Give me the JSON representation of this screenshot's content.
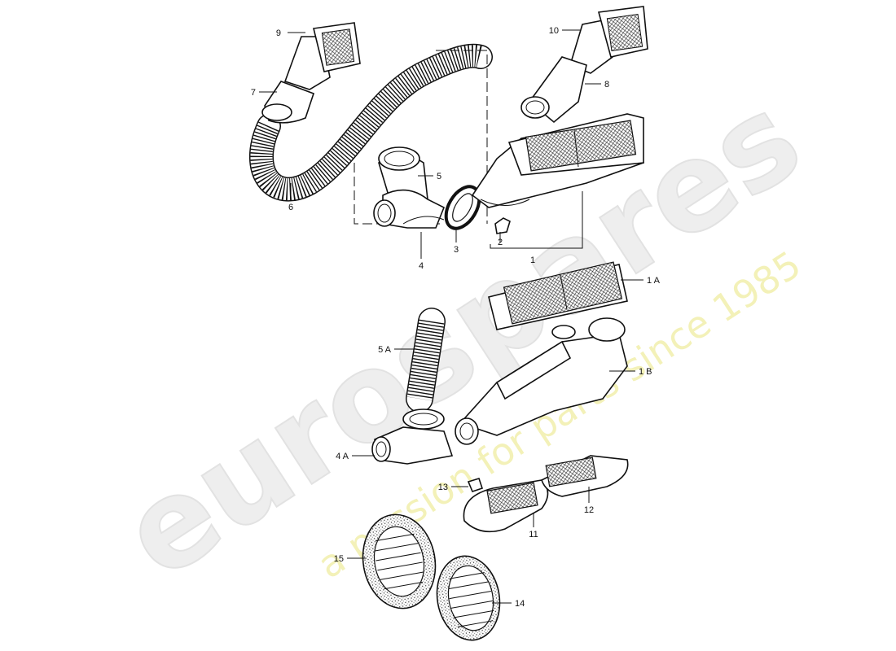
{
  "watermark": {
    "brand": "eurospares",
    "tagline": "a passion for parts since 1985",
    "colors": {
      "brand": "#e2e2e2",
      "tagline": "#f3f1b8"
    }
  },
  "callouts": {
    "p1": "1",
    "p1a": "1 A",
    "p1b": "1 B",
    "p2": "2",
    "p3": "3",
    "p4": "4",
    "p4a": "4 A",
    "p5": "5",
    "p5a": "5 A",
    "p6": "6",
    "p7": "7",
    "p8": "8",
    "p9": "9",
    "p10": "10",
    "p11": "11",
    "p12": "12",
    "p13": "13",
    "p14": "14",
    "p15": "15"
  }
}
